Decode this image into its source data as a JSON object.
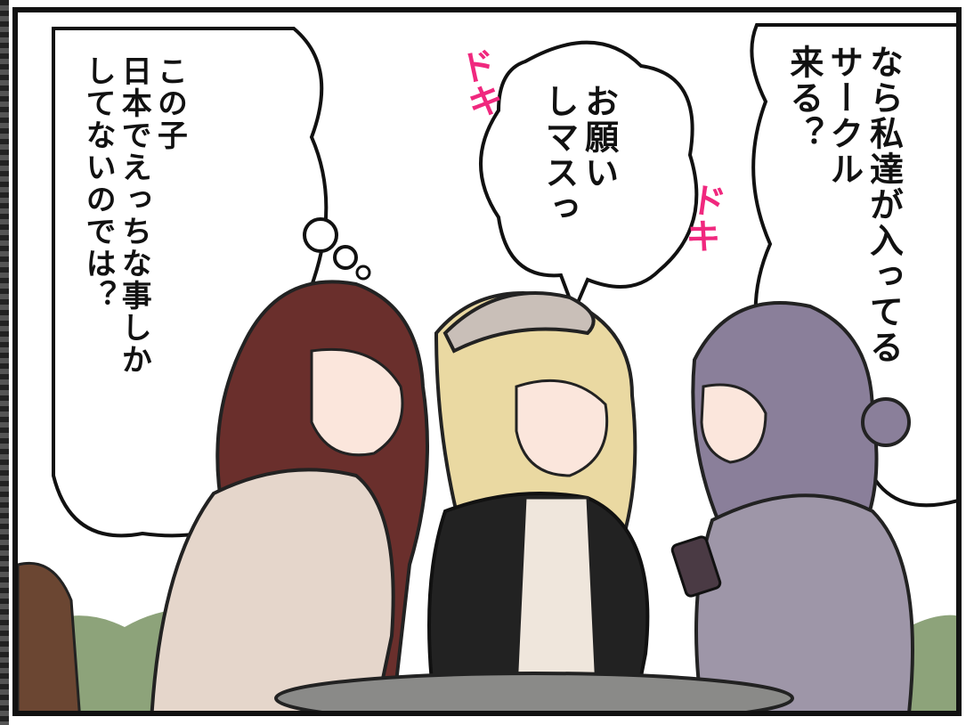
{
  "bubbles": {
    "left": "この子\n日本でえっちな事しか\nしてないのでは？",
    "center": "お願い\nしマスっ",
    "right": "なら私達が入ってる\nサークル\n来る？"
  },
  "sfx": {
    "doki_left": "ドキ",
    "doki_right": "ドキ"
  },
  "colors": {
    "pink": "#f0287e",
    "brown_hair": "#6a2f2c",
    "blonde_hair": "#ead9a2",
    "purple_hair": "#8a7f9a"
  }
}
